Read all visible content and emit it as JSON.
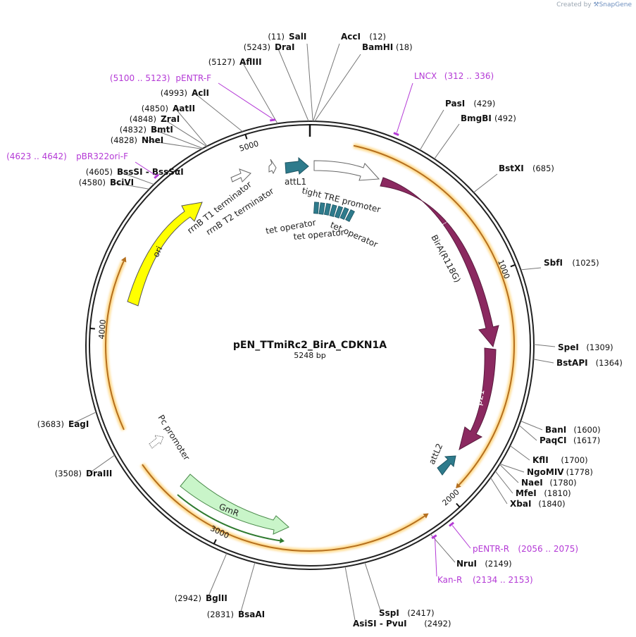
{
  "credit": {
    "prefix": "Created by",
    "brand": "SnapGene"
  },
  "plasmid": {
    "name": "pEN_TTmiRc2_BirA_CDKN1A",
    "length_label": "5248 bp",
    "length": 5248
  },
  "ticks": [
    {
      "pos": 1000,
      "label": "1000"
    },
    {
      "pos": 2000,
      "label": "2000"
    },
    {
      "pos": 3000,
      "label": "3000"
    },
    {
      "pos": 4000,
      "label": "4000"
    },
    {
      "pos": 5000,
      "label": "5000"
    }
  ],
  "sites": [
    {
      "name": "SalI",
      "pos_label": "(11)",
      "pos": 11
    },
    {
      "name": "AccI",
      "pos_label": "(12)",
      "pos": 12
    },
    {
      "name": "BamHI",
      "pos_label": "(18)",
      "pos": 18
    },
    {
      "name": "PasI",
      "pos_label": "(429)",
      "pos": 429
    },
    {
      "name": "BmgBI",
      "pos_label": "(492)",
      "pos": 492
    },
    {
      "name": "BstXI",
      "pos_label": "(685)",
      "pos": 685
    },
    {
      "name": "SbfI",
      "pos_label": "(1025)",
      "pos": 1025
    },
    {
      "name": "SpeI",
      "pos_label": "(1309)",
      "pos": 1309
    },
    {
      "name": "BstAPI",
      "pos_label": "(1364)",
      "pos": 1364
    },
    {
      "name": "BanI",
      "pos_label": "(1600)",
      "pos": 1600
    },
    {
      "name": "PaqCI",
      "pos_label": "(1617)",
      "pos": 1617
    },
    {
      "name": "KflI",
      "pos_label": "(1700)",
      "pos": 1700
    },
    {
      "name": "NgoMIV",
      "pos_label": "(1778)",
      "pos": 1778
    },
    {
      "name": "NaeI",
      "pos_label": "(1780)",
      "pos": 1780
    },
    {
      "name": "MfeI",
      "pos_label": "(1810)",
      "pos": 1810
    },
    {
      "name": "XbaI",
      "pos_label": "(1840)",
      "pos": 1840
    },
    {
      "name": "NruI",
      "pos_label": "(2149)",
      "pos": 2149
    },
    {
      "name": "SspI",
      "pos_label": "(2417)",
      "pos": 2417
    },
    {
      "name": "AsiSI - PvuI",
      "pos_label": "(2492)",
      "pos": 2492
    },
    {
      "name": "BsaAI",
      "pos_label": "(2831)",
      "pos": 2831
    },
    {
      "name": "BglII",
      "pos_label": "(2942)",
      "pos": 2942
    },
    {
      "name": "DraIII",
      "pos_label": "(3508)",
      "pos": 3508
    },
    {
      "name": "EagI",
      "pos_label": "(3683)",
      "pos": 3683
    },
    {
      "name": "BciVI",
      "pos_label": "(4580)",
      "pos": 4580
    },
    {
      "name": "BssSI - BssSαI",
      "pos_label": "(4605)",
      "pos": 4605
    },
    {
      "name": "NheI",
      "pos_label": "(4828)",
      "pos": 4828
    },
    {
      "name": "BmtI",
      "pos_label": "(4832)",
      "pos": 4832
    },
    {
      "name": "ZraI",
      "pos_label": "(4848)",
      "pos": 4848
    },
    {
      "name": "AatII",
      "pos_label": "(4850)",
      "pos": 4850
    },
    {
      "name": "AclI",
      "pos_label": "(4993)",
      "pos": 4993
    },
    {
      "name": "AflIII",
      "pos_label": "(5127)",
      "pos": 5127
    },
    {
      "name": "DraI",
      "pos_label": "(5243)",
      "pos": 5243
    }
  ],
  "primers": [
    {
      "name": "LNCX",
      "range": "(312 .. 336)",
      "pos": 324
    },
    {
      "name": "pENTR-R",
      "range": "(2056 .. 2075)",
      "pos": 2065
    },
    {
      "name": "Kan-R",
      "range": "(2134 .. 2153)",
      "pos": 2143
    },
    {
      "name": "pBR322ori-F",
      "range": "(4623 .. 4642)",
      "pos": 4632
    },
    {
      "name": "pENTR-F",
      "range": "(5100 .. 5123)",
      "pos": 5111
    }
  ],
  "features": [
    {
      "name": "attL1",
      "type": "misc",
      "color": "#2e7b8c"
    },
    {
      "name": "tight TRE promoter",
      "type": "promoter",
      "color": "#ffffff"
    },
    {
      "name": "tet operator",
      "type": "operator",
      "color": "#2e7b8c"
    },
    {
      "name": "tet operator",
      "type": "operator",
      "color": "#2e7b8c"
    },
    {
      "name": "tet operator",
      "type": "operator",
      "color": "#2e7b8c"
    },
    {
      "name": "BirA(R118G)",
      "type": "cds",
      "color": "#8b2960"
    },
    {
      "name": "p21",
      "type": "cds",
      "color": "#8b2960"
    },
    {
      "name": "attL2",
      "type": "misc",
      "color": "#2e7b8c"
    },
    {
      "name": "GmR",
      "type": "cds",
      "color": "#c9f5c9"
    },
    {
      "name": "Pc promoter",
      "type": "promoter",
      "color": "#ffffff"
    },
    {
      "name": "ori",
      "type": "ori",
      "color": "#ffff00"
    },
    {
      "name": "rrnB T1 terminator",
      "type": "terminator",
      "color": "#ffffff"
    },
    {
      "name": "rrnB T2 terminator",
      "type": "terminator",
      "color": "#ffffff"
    }
  ],
  "colors": {
    "orf": "#b56f1e",
    "orf_glow": "#ffd98a",
    "primer": "#b43ad6",
    "backbone": "#222222"
  }
}
